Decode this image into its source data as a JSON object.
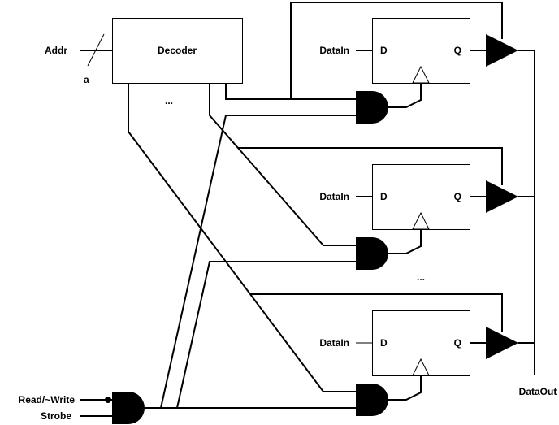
{
  "labels": {
    "addr": "Addr",
    "bus_width": "a",
    "decoder": "Decoder",
    "ellipsis_decoder": "...",
    "ellipsis_rows": "...",
    "read_write": "Read/~Write",
    "strobe": "Strobe",
    "data_out": "DataOut"
  },
  "rows": [
    {
      "data_in": "DataIn",
      "d": "D",
      "q": "Q"
    },
    {
      "data_in": "DataIn",
      "d": "D",
      "q": "Q"
    },
    {
      "data_in": "DataIn",
      "d": "D",
      "q": "Q"
    }
  ]
}
